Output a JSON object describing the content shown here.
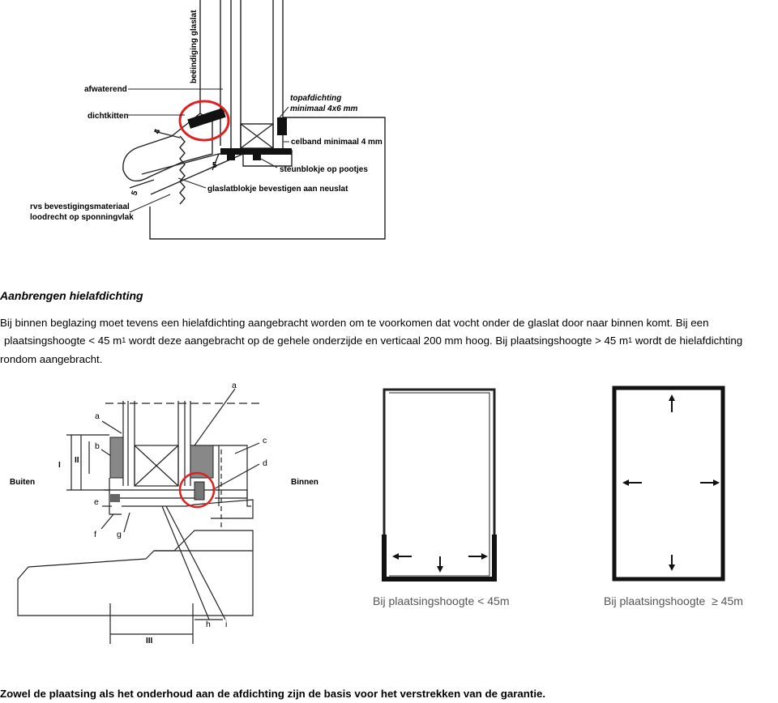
{
  "diagram_top": {
    "labels": {
      "vertical": "beëindiging glaslat",
      "afwaterend": "afwaterend",
      "dichtkitten": "dichtkitten",
      "rvs_line1": "rvs bevestigingsmateriaal",
      "rvs_line2": "loodrecht op sponningvlak",
      "topafdichting_line1": "topafdichting",
      "topafdichting_line2": "minimaal 4x6 mm",
      "celband": "celband minimaal 4 mm",
      "steunblokje": "steunblokje op pootjes",
      "glaslatblokje": "glaslatblokje bevestigen aan neuslat",
      "dim_4": "4",
      "dim_5a": "5",
      "dim_5b": "5"
    }
  },
  "section": {
    "heading": "Aanbrengen hielafdichting",
    "para": {
      "part1": "Bij binnen beglazing moet tevens een hielafdichting aangebracht worden om te voorkomen dat vocht onder de glaslat door naar binnen komt. Bij een",
      "part2": "plaatsingshoogte < 45 m",
      "sup1": "1",
      "part3": " wordt deze aangebracht op de gehele onderzijde en verticaal 200 mm hoog. Bij plaatsingshoogte > 45 m",
      "sup2": "1",
      "part4": " wordt de hielafdichting rondom aangebracht."
    }
  },
  "diagram_bottom": {
    "labels": {
      "buiten": "Buiten",
      "binnen": "Binnen",
      "a_top": "a",
      "a_left": "a",
      "b": "b",
      "c": "c",
      "d": "d",
      "e": "e",
      "f": "f",
      "g": "g",
      "h": "h",
      "i": "i",
      "dim_I": "I",
      "dim_II": "II",
      "dim_III": "III"
    }
  },
  "panels": {
    "left_caption": "Bij plaatsingshoogte < 45m",
    "right_caption": "Bij plaatsingshoogte  ≥ 45m"
  },
  "footer": "Zowel de plaatsing als het onderhoud aan de afdichting zijn de basis voor het verstrekken van de garantie."
}
